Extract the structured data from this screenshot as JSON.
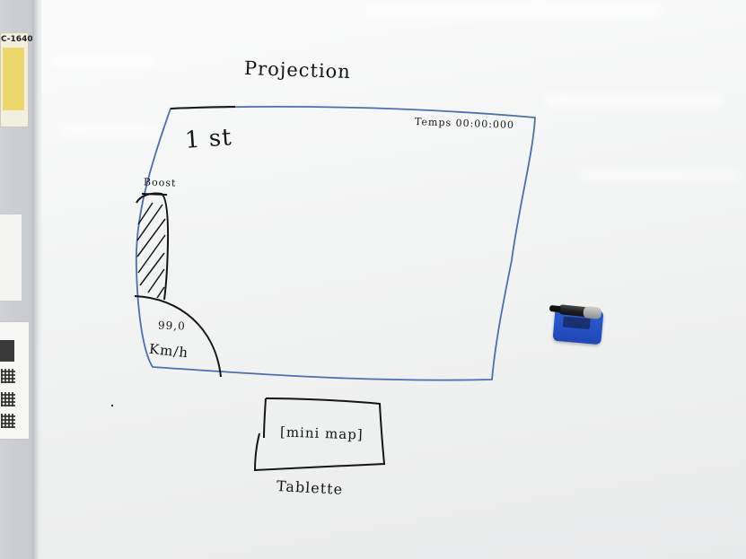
{
  "sketch": {
    "title": "Projection",
    "position_label": "1 st",
    "timer_label": "Temps 00:00:000",
    "boost_label": "Boost",
    "speed_value": "99,0",
    "speed_unit": "Km/h",
    "minimap_label": "[mini map]",
    "device_label": "Tablette"
  },
  "wall_label": {
    "code": "C-1640"
  },
  "colors": {
    "board": "#f4f5f5",
    "black_ink": "#151515",
    "blue_ink": "#4a6fb0",
    "eraser": "#2456cc"
  },
  "objects": {
    "marker_icon": "whiteboard-marker-icon",
    "eraser_icon": "whiteboard-eraser-icon"
  }
}
